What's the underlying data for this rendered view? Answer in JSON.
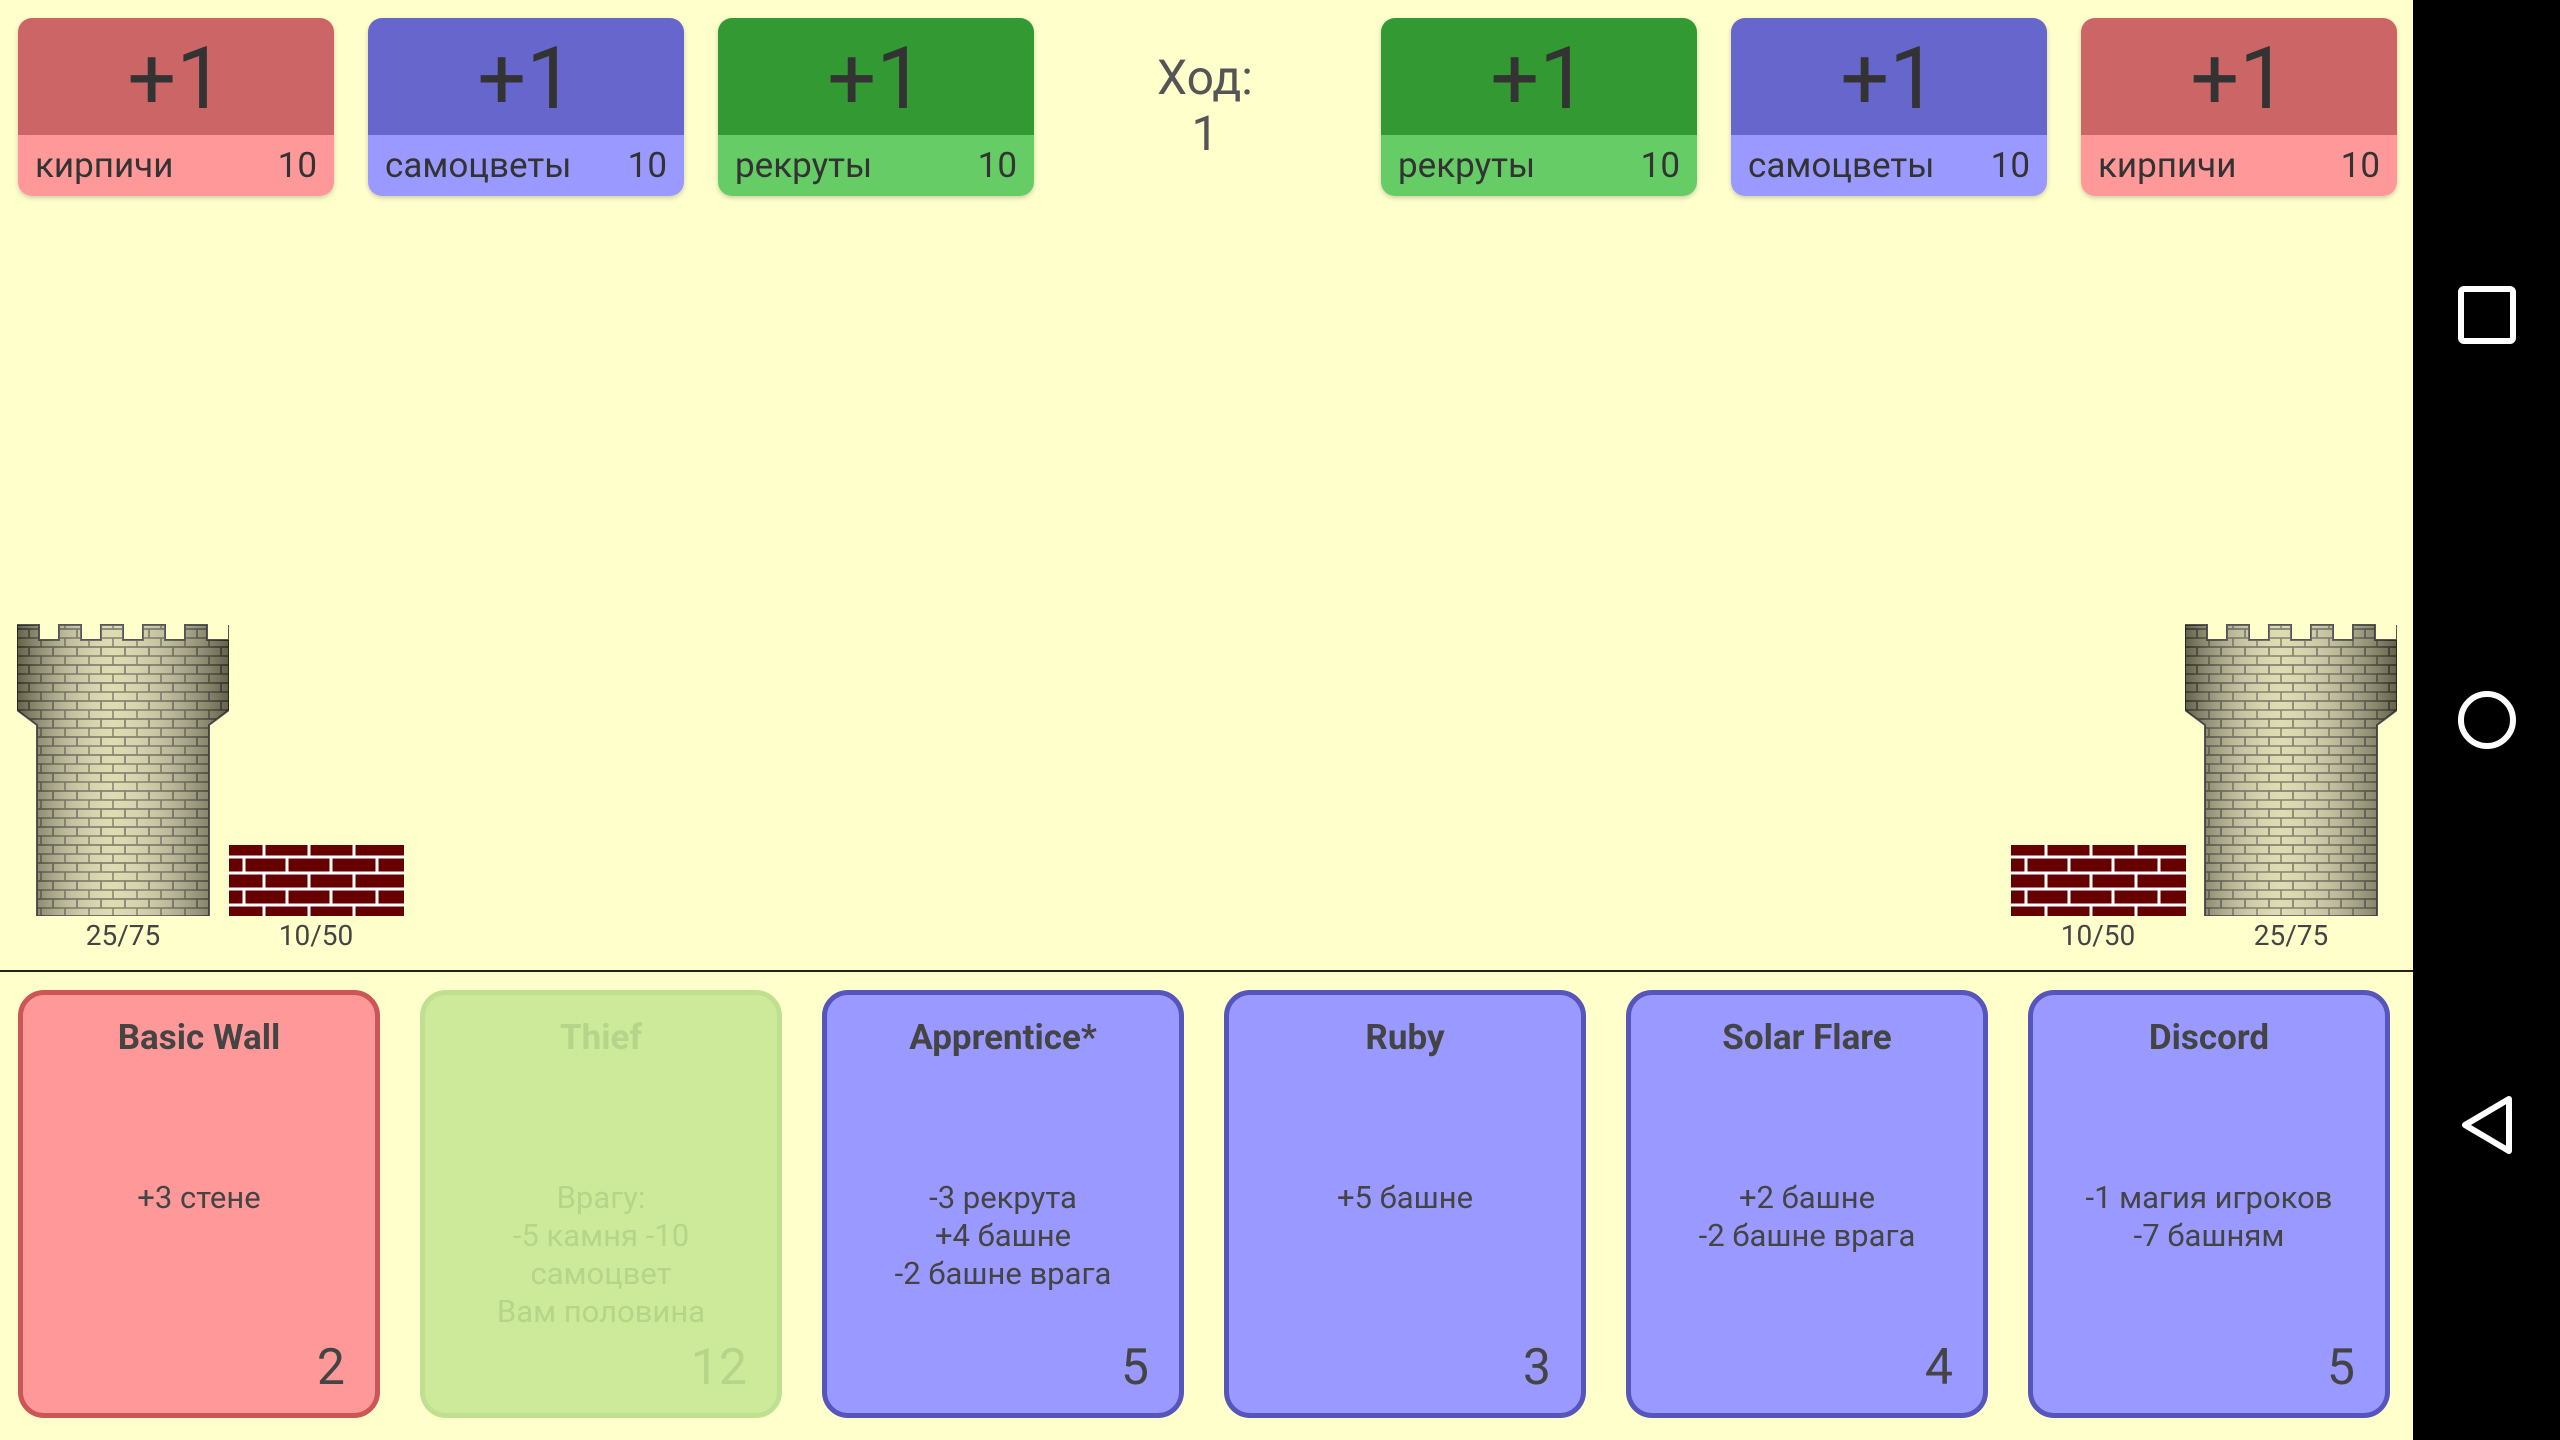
{
  "turn": {
    "label": "Ход:",
    "number": "1"
  },
  "player_left": {
    "resources": [
      {
        "gain": "+1",
        "name": "кирпичи",
        "value": "10",
        "color": "red"
      },
      {
        "gain": "+1",
        "name": "самоцветы",
        "value": "10",
        "color": "blue"
      },
      {
        "gain": "+1",
        "name": "рекруты",
        "value": "10",
        "color": "green"
      }
    ],
    "tower": "25/75",
    "wall": "10/50"
  },
  "player_right": {
    "resources": [
      {
        "gain": "+1",
        "name": "рекруты",
        "value": "10",
        "color": "green"
      },
      {
        "gain": "+1",
        "name": "самоцветы",
        "value": "10",
        "color": "blue"
      },
      {
        "gain": "+1",
        "name": "кирпичи",
        "value": "10",
        "color": "red"
      }
    ],
    "tower": "25/75",
    "wall": "10/50"
  },
  "cards": [
    {
      "title": "Basic Wall",
      "lines": [
        "+3 стене"
      ],
      "cost": "2",
      "color": "red",
      "playable": true
    },
    {
      "title": "Thief",
      "lines": [
        "Врагу:",
        "-5 камня -10",
        "самоцвет",
        "Вам половина"
      ],
      "cost": "12",
      "color": "green",
      "playable": false
    },
    {
      "title": "Apprentice*",
      "lines": [
        "-3 рекрута",
        "+4 башне",
        "-2 башне врага"
      ],
      "cost": "5",
      "color": "blue",
      "playable": true
    },
    {
      "title": "Ruby",
      "lines": [
        "+5 башне"
      ],
      "cost": "3",
      "color": "blue",
      "playable": true
    },
    {
      "title": "Solar Flare",
      "lines": [
        "+2 башне",
        "-2 башне врага"
      ],
      "cost": "4",
      "color": "blue",
      "playable": true
    },
    {
      "title": "Discord",
      "lines": [
        "-1 магия игроков",
        "-7 башням"
      ],
      "cost": "5",
      "color": "blue",
      "playable": true
    }
  ],
  "navigation": {
    "icons": [
      "recents-square-icon",
      "home-circle-icon",
      "back-triangle-icon"
    ]
  }
}
